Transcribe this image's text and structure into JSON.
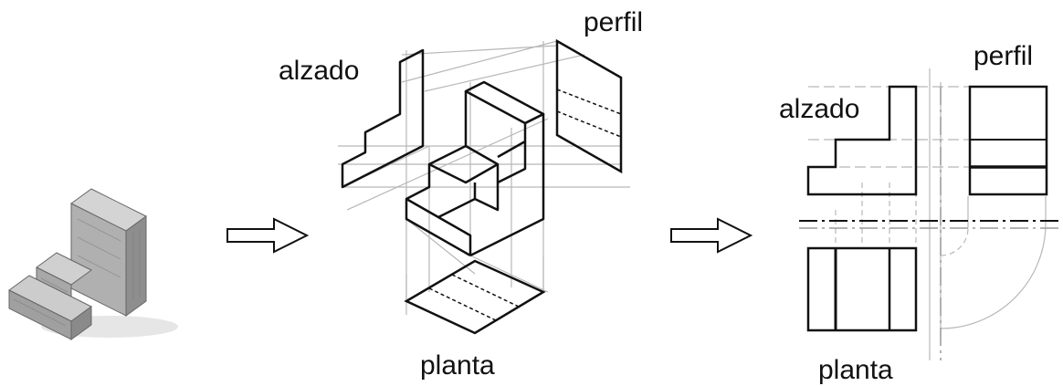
{
  "labels": {
    "iso_alzado": "alzado",
    "iso_perfil": "perfil",
    "iso_planta": "planta",
    "ortho_alzado": "alzado",
    "ortho_perfil": "perfil",
    "ortho_planta": "planta"
  },
  "colors": {
    "line": "#111111",
    "construction": "#b8b8b8",
    "solid_top": "#cfcfcf",
    "solid_front": "#a9a9a9",
    "solid_side": "#8c8c8c"
  },
  "icons": {
    "arrow_1": "hollow-right-arrow",
    "arrow_2": "hollow-right-arrow"
  }
}
